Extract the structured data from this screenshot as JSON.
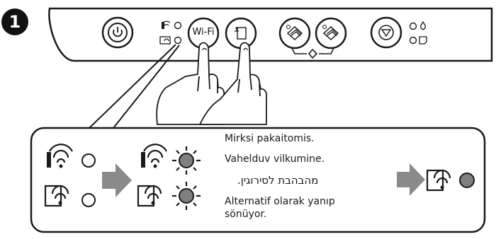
{
  "step": {
    "number": "1"
  },
  "panel": {
    "wifi_button_label": "Wi-Fi",
    "icons": {
      "power": "power-icon",
      "wifi_lights": "wifi-status-icon",
      "network_status": "network-status-sheet-icon",
      "copy_bw": "copy-bw-icon",
      "copy_color": "copy-color-icon",
      "stop": "stop-icon",
      "ink": "ink-drop-icon",
      "paper": "paper-icon"
    }
  },
  "callout": {
    "text_lt": "Mirksi pakaitomis.",
    "text_et": "Vahelduv vilkumine.",
    "text_he": "מהבהבת לסירוגין.",
    "text_tr": "Alternatif olarak yanıp sönüyor.",
    "text_tr_line1": "Alternatif olarak yanıp",
    "text_tr_line2": "sönüyor.",
    "colors": {
      "light_off": "#ffffff",
      "light_on": "#808080",
      "arrow": "#8a8a8a"
    }
  }
}
